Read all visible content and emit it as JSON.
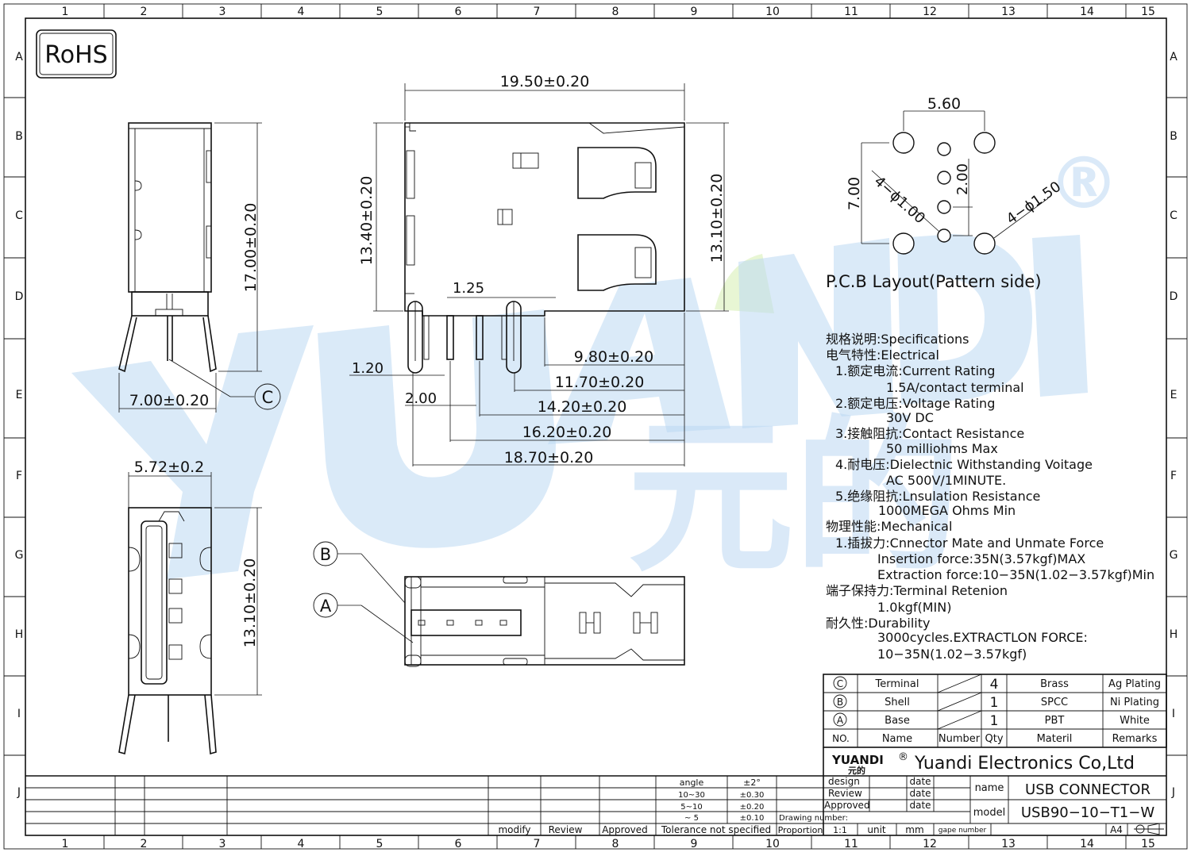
{
  "grid": {
    "cols": [
      "1",
      "2",
      "3",
      "4",
      "5",
      "6",
      "7",
      "8",
      "9",
      "10",
      "11",
      "12",
      "13",
      "14",
      "15"
    ],
    "rows": [
      "A",
      "B",
      "C",
      "D",
      "E",
      "F",
      "G",
      "H",
      "I",
      "J"
    ]
  },
  "rohs": "RoHS",
  "watermark": {
    "text": "YUANDI",
    "registered": "®",
    "cn": "元的",
    "color": "#bcd8f3"
  },
  "dims": {
    "side_height": "17.00±0.20",
    "side_width": "7.00±0.20",
    "callout_c": "C",
    "front_width": "5.72±0.2",
    "front_height": "13.10±0.20",
    "top_width": "19.50±0.20",
    "top_left_height": "13.40±0.20",
    "top_right_height": "13.10±0.20",
    "pin_pitch_small": "1.25",
    "pin_offset": "1.20",
    "pin_pitch": "2.00",
    "d1": "9.80±0.20",
    "d2": "11.70±0.20",
    "d3": "14.20±0.20",
    "d4": "16.20±0.20",
    "d5": "18.70±0.20",
    "callout_b": "B",
    "callout_a": "A"
  },
  "pcb": {
    "width": "5.60",
    "height": "7.00",
    "pitch": "2.00",
    "small_holes": "4−ϕ1.00",
    "large_holes": "4−ϕ1.50",
    "title": "P.C.B  Layout(Pattern  side)"
  },
  "specs": [
    "规格说明:Specifications",
    "电气特性:Electrical",
    "1.额定电流:Current  Rating",
    "1.5A/contact  terminal",
    "2.额定电压:Voltage  Rating",
    "30V  DC",
    "3.接触阻抗:Contact  Resistance",
    "50  milliohms  Max",
    "4.耐电压:Dielectnic  Withstanding  Voitage",
    "AC  500V/1MINUTE.",
    "5.绝缘阻抗:Lnsulation  Resistance",
    "1000MEGA  Ohms  Min",
    "物理性能:Mechanical",
    "1.插拔力:Cnnector  Mate  and  Unmate  Force",
    "Insertion  force:35N(3.57kgf)MAX",
    "Extraction  force:10−35N(1.02−3.57kgf)Min",
    "端子保持力:Terminal  Retenion",
    "1.0kgf(MIN)",
    "耐久性:Durability",
    "3000cycles.EXTRACTLON  FORCE:",
    "10−35N(1.02−3.57kgf)"
  ],
  "bom": {
    "rows": [
      {
        "no": "C",
        "name": "Terminal",
        "qty": "4",
        "material": "Brass",
        "remarks": "Ag  Plating"
      },
      {
        "no": "B",
        "name": "Shell",
        "qty": "1",
        "material": "SPCC",
        "remarks": "Ni  Plating"
      },
      {
        "no": "A",
        "name": "Base",
        "qty": "1",
        "material": "PBT",
        "remarks": "White"
      }
    ],
    "header": {
      "no": "NO.",
      "name": "Name",
      "number": "Number",
      "qty": "Qty",
      "material": "Materil",
      "remarks": "Remarks"
    }
  },
  "title_block": {
    "logo": "YUANDI",
    "logo_reg": "®",
    "logo_cn": "元的",
    "company": "Yuandi Electronics Co,Ltd",
    "design": "design",
    "review": "Review",
    "approved": "Approved",
    "date": "date",
    "name_label": "name",
    "name_value": "USB  CONNECTOR",
    "model_label": "model",
    "model_value": "USB90−10−T1−W",
    "drawing_number": "Drawing number:",
    "proportion": "Proportion",
    "scale": "1:1",
    "unit": "unit",
    "mm": "mm",
    "gape_number": "gape number",
    "size": "A4"
  },
  "tolerance": {
    "header": [
      "angle",
      "±2°"
    ],
    "rows": [
      [
        "10~30",
        "±0.30"
      ],
      [
        "5~10",
        "±0.20"
      ],
      [
        "~ 5",
        "±0.10"
      ]
    ],
    "footer": "Tolerance  not  specified"
  },
  "revision": {
    "modify": "modify",
    "review": "Review",
    "approved": "Approved"
  }
}
